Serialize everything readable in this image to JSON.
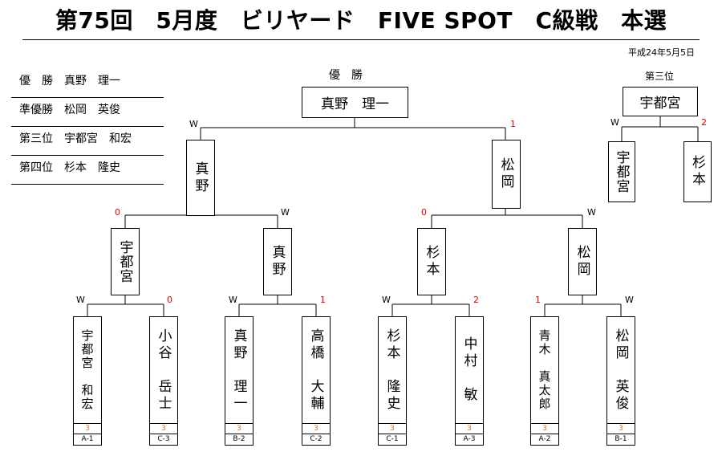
{
  "title": "第75回　5月度　ビリヤード　FIVE SPOT　C級戦　本選",
  "date": "平成24年5月5日",
  "results": [
    {
      "label": "優　勝　真野　理一"
    },
    {
      "label": "準優勝　松岡　英俊"
    },
    {
      "label": "第三位　宇都宮　和宏"
    },
    {
      "label": "第四位　杉本　隆史"
    }
  ],
  "winner_caption": "優　勝",
  "winner_name": "真野　理一",
  "third_caption": "第三位",
  "third_name": "宇都宮",
  "final": {
    "left": {
      "name": "真野",
      "mark": "W"
    },
    "right": {
      "name": "松岡",
      "mark": "1"
    }
  },
  "third_match": {
    "left": {
      "name": "宇都宮",
      "mark": "W"
    },
    "right": {
      "name": "杉本",
      "mark": "2"
    }
  },
  "semis": [
    {
      "left": {
        "name": "宇都宮",
        "mark": "0"
      },
      "right": {
        "name": "真野",
        "mark": "W"
      }
    },
    {
      "left": {
        "name": "杉本",
        "mark": "0"
      },
      "right": {
        "name": "松岡",
        "mark": "W"
      }
    }
  ],
  "players": [
    {
      "name": "宇都宮　和宏",
      "mark": "W",
      "races": "3",
      "seed": "A-1"
    },
    {
      "name": "小谷　岳士",
      "mark": "0",
      "races": "3",
      "seed": "C-3"
    },
    {
      "name": "真野　理一",
      "mark": "W",
      "races": "3",
      "seed": "B-2"
    },
    {
      "name": "高橋　大輔",
      "mark": "1",
      "races": "3",
      "seed": "C-2"
    },
    {
      "name": "杉本　隆史",
      "mark": "W",
      "races": "3",
      "seed": "C-1"
    },
    {
      "name": "中村　敏",
      "mark": "2",
      "races": "3",
      "seed": "A-3"
    },
    {
      "name": "青木　真太郎",
      "mark": "1",
      "races": "3",
      "seed": "A-2"
    },
    {
      "name": "松岡　英俊",
      "mark": "W",
      "races": "3",
      "seed": "B-1"
    }
  ],
  "colors": {
    "loss_mark": "#e00000",
    "races": "#e07020",
    "line": "#000000"
  }
}
